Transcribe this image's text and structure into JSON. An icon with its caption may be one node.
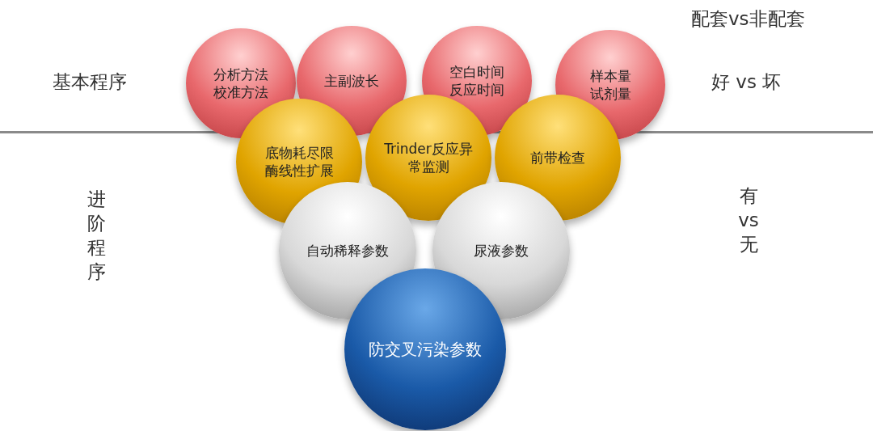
{
  "diagram": {
    "nodes": [
      {
        "text": [
          "分析方法",
          "校准方法"
        ]
      },
      {
        "text": [
          "主副波长"
        ]
      },
      {
        "text": [
          "空白时间",
          "反应时间"
        ]
      },
      {
        "text": [
          "样本量",
          "试剂量"
        ]
      },
      {
        "text": [
          "底物耗尽限",
          "酶线性扩展"
        ]
      },
      {
        "text": [
          "Trinder反应异常监测"
        ]
      },
      {
        "text": [
          "前带检查"
        ]
      },
      {
        "text": [
          "自动稀释参数"
        ]
      },
      {
        "text": [
          "尿液参数"
        ]
      },
      {
        "text": [
          "防交叉污染参数"
        ]
      }
    ],
    "edges": [],
    "labels": [
      "配套vs非配套",
      "基本程序",
      "好 vs 坏",
      "进阶程序",
      "有 vs 无"
    ]
  }
}
